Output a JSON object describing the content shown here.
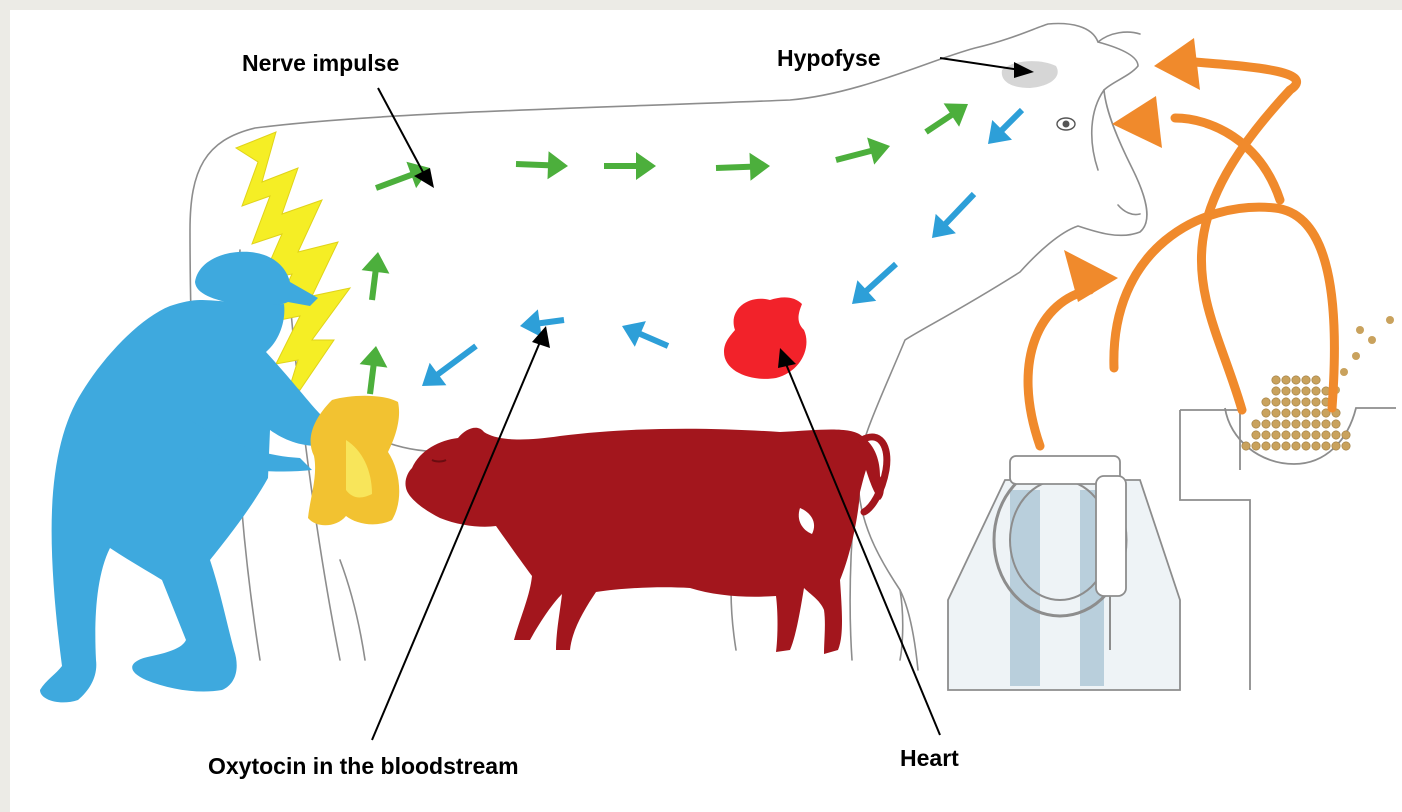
{
  "labels": {
    "nerve_impulse": "Nerve impulse",
    "hypofyse": "Hypofyse",
    "oxytocin": "Oxytocin in the bloodstream",
    "heart": "Heart"
  },
  "colors": {
    "page_background": "#ecebe6",
    "panel": "#ffffff",
    "cow_outline": "#8d8d8d",
    "nerve_arrows": "#4caf3c",
    "blood_arrows": "#2d9fd8",
    "stimulus_arrows": "#f08a2c",
    "farmer": "#3ea9de",
    "lightning": "#f5ee25",
    "cloth": "#f2c231",
    "calf": "#a3161d",
    "heart": "#f2222a",
    "hypofyse": "#d6d6d6",
    "feed": "#c9a25d",
    "machine": "#b9cfdc"
  },
  "icons": {
    "nerve_path": "green-arrow-icon",
    "blood_path": "blue-arrow-icon",
    "stimuli": "orange-arrow-icon"
  }
}
